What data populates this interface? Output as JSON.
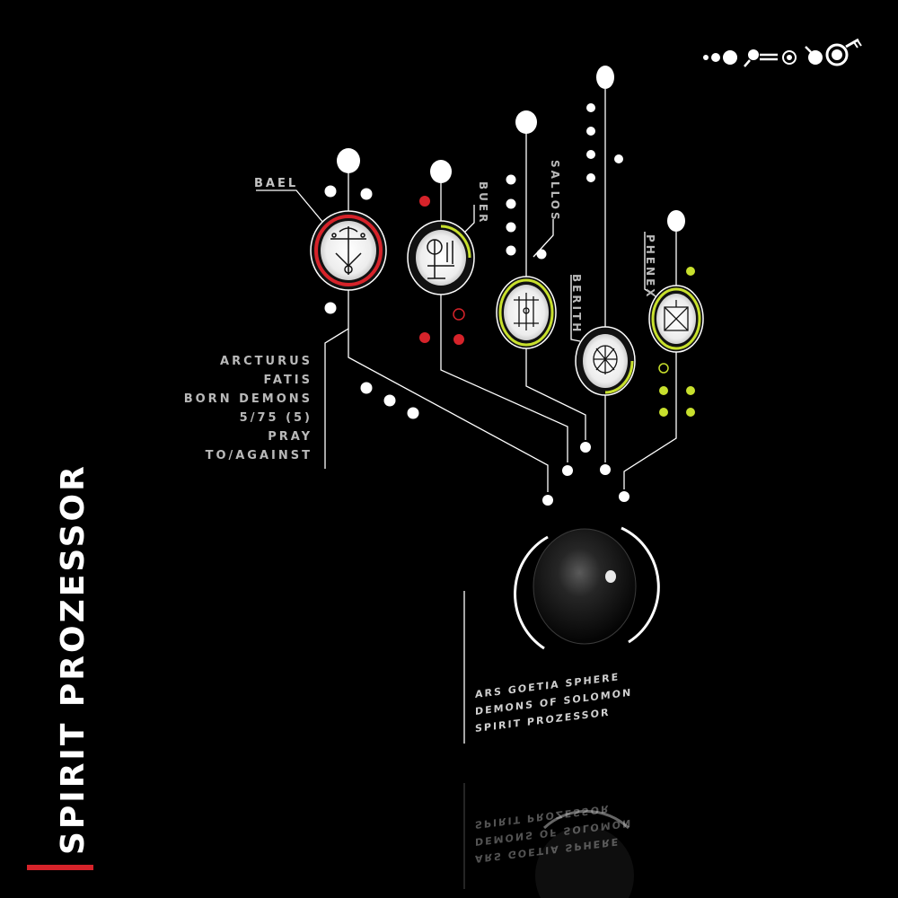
{
  "title": "SPIRIT PROZESSOR",
  "colors": {
    "accent_red": "#d6232a",
    "accent_lime": "#c8e02d",
    "line": "#ffffff",
    "background": "#000000"
  },
  "demons": [
    {
      "name": "BAEL",
      "ring_color": "#d6232a"
    },
    {
      "name": "BUER",
      "ring_color": "#c8e02d"
    },
    {
      "name": "SALLOS",
      "ring_color": "#c8e02d"
    },
    {
      "name": "BERITH",
      "ring_color": "#c8e02d"
    },
    {
      "name": "PHENEX",
      "ring_color": "#c8e02d"
    }
  ],
  "info_lines": [
    "ARCTURUS",
    "FATIS",
    "BORN DEMONS",
    "5/75 (5)",
    "PRAY",
    "TO/AGAINST"
  ],
  "sphere_caption": [
    "ARS GOETIA SPHERE",
    "DEMONS OF SOLOMON",
    "SPIRIT PROZESSOR"
  ],
  "icons": [
    "dots-icon",
    "key-glyph-icon",
    "target-icon",
    "key-icon"
  ]
}
